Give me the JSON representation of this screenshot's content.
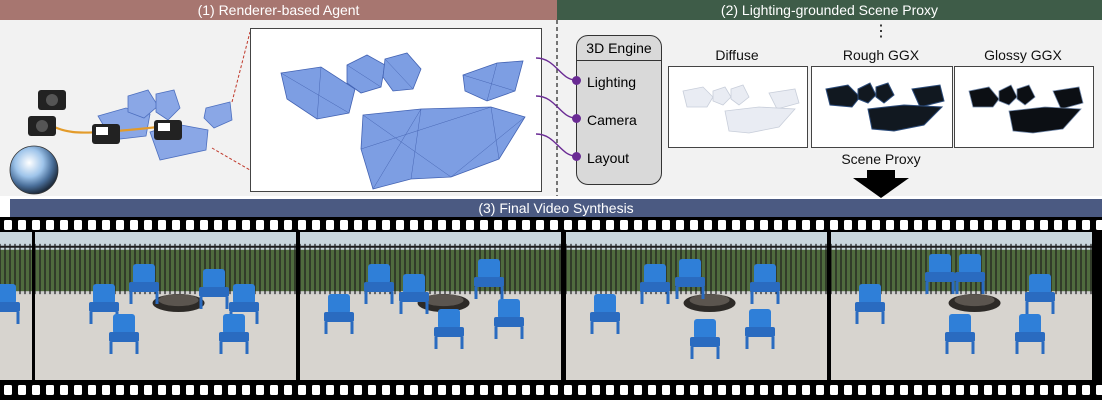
{
  "sections": {
    "agent_title": "(1) Renderer-based Agent",
    "proxy_title": "(2) Lighting-grounded Scene Proxy",
    "synthesis_title": "(3) Final Video Synthesis"
  },
  "engine": {
    "title": "3D Engine",
    "items": [
      "Lighting",
      "Camera",
      "Layout"
    ]
  },
  "proxy": {
    "ellipsis": "⋮",
    "materials": [
      "Diffuse",
      "Rough GGX",
      "Glossy GGX"
    ],
    "caption": "Scene Proxy"
  },
  "colors": {
    "agent_band": "#a77670",
    "proxy_band": "#3e5c48",
    "synthesis_band": "#4b5a82",
    "mesh_blue": "#7b9be0",
    "chair_blue": "#2f7fd8",
    "engine_dot": "#6a2b94"
  }
}
